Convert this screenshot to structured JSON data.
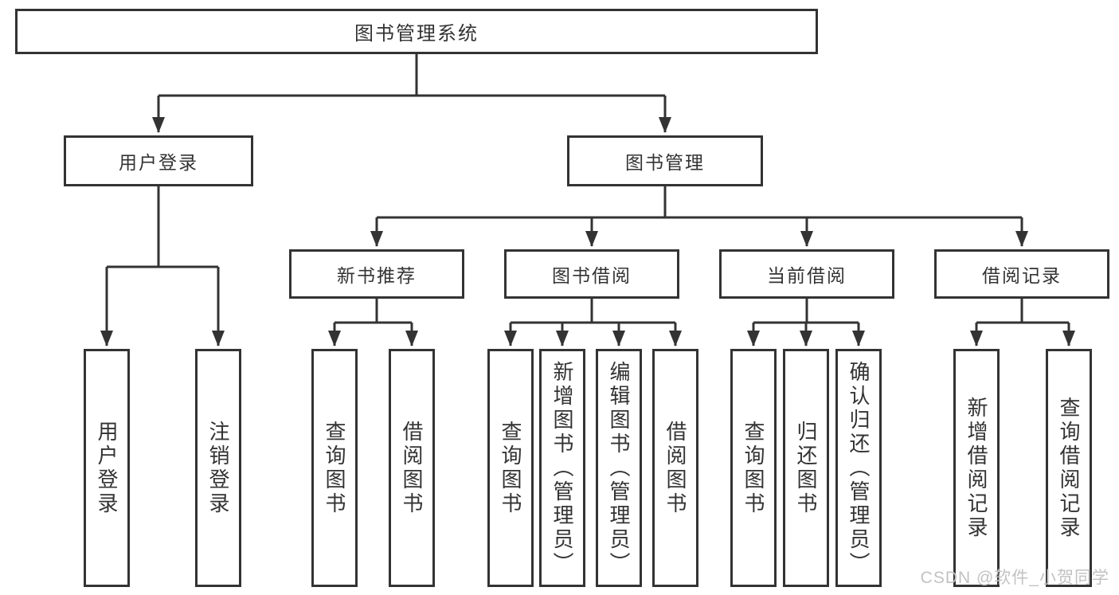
{
  "diagram": {
    "root": "图书管理系统",
    "level2": {
      "user_login": "用户登录",
      "book_management": "图书管理"
    },
    "level3": {
      "new_book_recommend": "新书推荐",
      "book_borrow": "图书借阅",
      "current_borrow": "当前借阅",
      "borrow_records": "借阅记录"
    },
    "leaves": {
      "user_login": [
        "用户登录",
        "注销登录"
      ],
      "new_book_recommend": [
        "查询图书",
        "借阅图书"
      ],
      "book_borrow": [
        "查询图书",
        "新增图书（管理员）",
        "编辑图书（管理员）",
        "借阅图书"
      ],
      "current_borrow": [
        "查询图书",
        "归还图书",
        "确认归还（管理员）"
      ],
      "borrow_records": [
        "新增借阅记录",
        "查询借阅记录"
      ]
    }
  },
  "watermark": "CSDN @软件_小贺同学",
  "colors": {
    "line": "#333333",
    "text": "#333333",
    "box_border": "#333333",
    "background": "#ffffff",
    "watermark_text": "#c2c2c2"
  }
}
